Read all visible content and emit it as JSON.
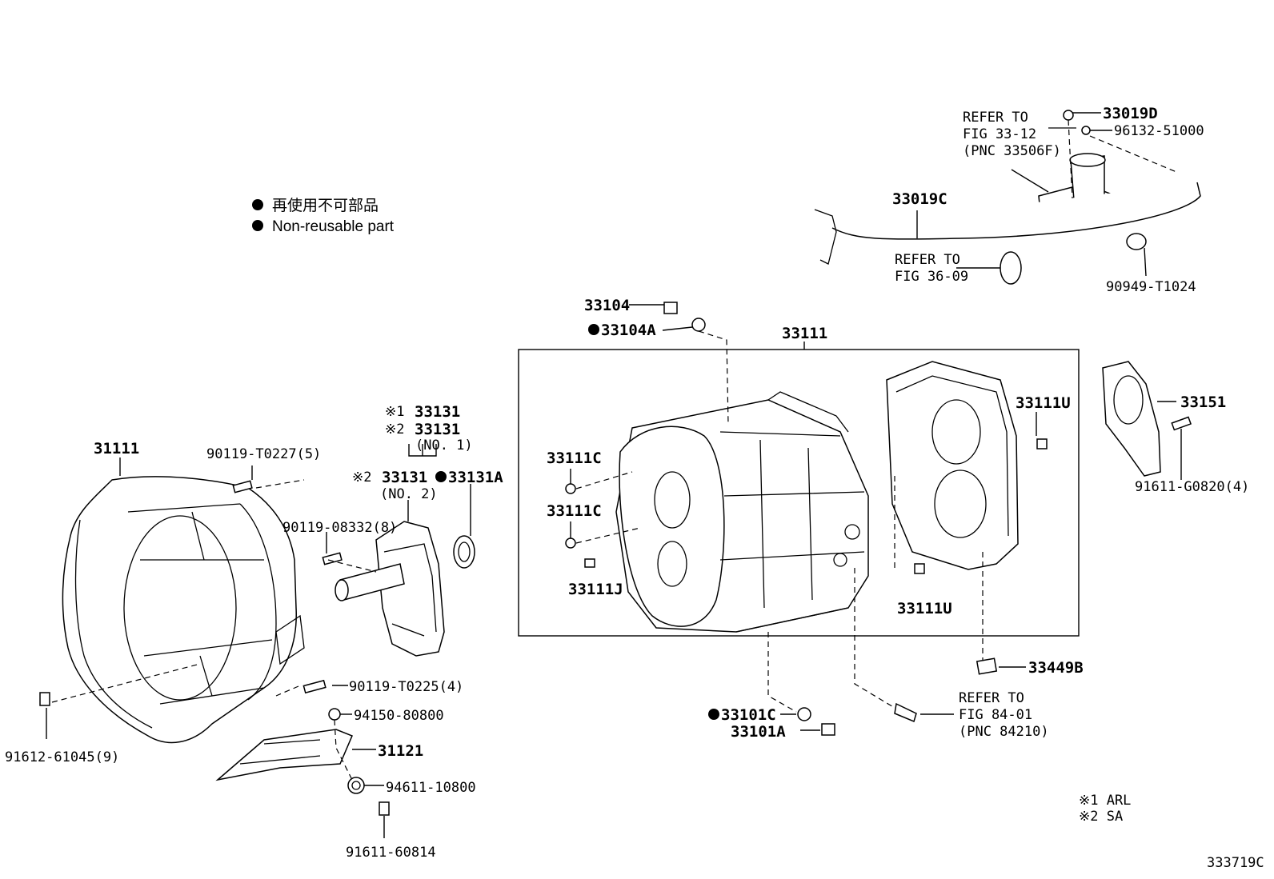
{
  "legend": {
    "non_reusable_jp": "再使用不可部品",
    "non_reusable_en": "Non-reusable part"
  },
  "parts": {
    "p31111": "31111",
    "p90119_T0227": "90119-T0227(5)",
    "p90119_08332": "90119-08332(8)",
    "p90119_T0225": "90119-T0225(4)",
    "p91612_61045": "91612-61045(9)",
    "p94150_80800": "94150-80800",
    "p31121": "31121",
    "p94611_10800": "94611-10800",
    "p91611_60814": "91611-60814",
    "p33131_a1_mark": "※1",
    "p33131_a1": "33131",
    "p33131_a2_mark": "※2",
    "p33131_a2": "33131",
    "p33131_no1": "(NO. 1)",
    "p33131_b_mark": "※2",
    "p33131_b": "33131",
    "p33131_no2": "(NO. 2)",
    "p33131A": "33131A",
    "p33104": "33104",
    "p33104A": "33104A",
    "p33111": "33111",
    "p33111C_1": "33111C",
    "p33111C_2": "33111C",
    "p33111J": "33111J",
    "p33111U_1": "33111U",
    "p33111U_2": "33111U",
    "p33151": "33151",
    "p91611_G0820": "91611-G0820(4)",
    "p33449B": "33449B",
    "p33101C": "33101C",
    "p33101A": "33101A",
    "p33019D": "33019D",
    "p96132_51000": "96132-51000",
    "p33019C": "33019C",
    "p90949_T1024": "90949-T1024"
  },
  "refs": {
    "fig33_l1": "REFER TO",
    "fig33_l2": "FIG 33-12",
    "fig33_l3": "(PNC 33506F)",
    "fig36_l1": "REFER TO",
    "fig36_l2": "FIG 36-09",
    "fig84_l1": "REFER TO",
    "fig84_l2": "FIG 84-01",
    "fig84_l3": "(PNC 84210)"
  },
  "notes": {
    "n1": "※1 ARL",
    "n2": "※2 SA"
  },
  "illustration_id": "333719C"
}
